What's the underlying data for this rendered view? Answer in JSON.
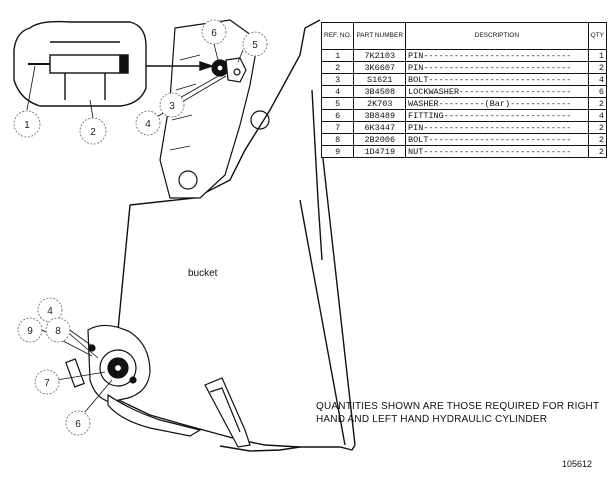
{
  "table": {
    "headers": {
      "ref": "REF. NO.",
      "part": "PART NUMBER",
      "desc": "DESCRIPTION",
      "qty": "QTY"
    },
    "rows": [
      {
        "ref": "1",
        "part": "7K2103",
        "desc": "PIN-----------------------------",
        "qty": "1"
      },
      {
        "ref": "2",
        "part": "3K6607",
        "desc": "PIN-----------------------------",
        "qty": "2"
      },
      {
        "ref": "3",
        "part": "S1621",
        "desc": "BOLT----------------------------",
        "qty": "4"
      },
      {
        "ref": "4",
        "part": "3B4508",
        "desc": "LOCKWASHER----------------------",
        "qty": "6"
      },
      {
        "ref": "5",
        "part": "2K703",
        "desc": "WASHER---------(Bar)------------",
        "qty": "2"
      },
      {
        "ref": "6",
        "part": "3B8489",
        "desc": "FITTING-------------------------",
        "qty": "4"
      },
      {
        "ref": "7",
        "part": "6K3447",
        "desc": "PIN-----------------------------",
        "qty": "2"
      },
      {
        "ref": "8",
        "part": "2B2006",
        "desc": "BOLT----------------------------",
        "qty": "2"
      },
      {
        "ref": "9",
        "part": "1D4719",
        "desc": "NUT-----------------------------",
        "qty": "2"
      }
    ]
  },
  "labels": {
    "bucket": "bucket",
    "note": "QUANTITIES SHOWN ARE THOSE REQUIRED FOR RIGHT HAND AND LEFT HAND HYDRAULIC CYLINDER",
    "figure_number": "105612"
  },
  "callouts": {
    "c1": "1",
    "c2": "2",
    "c3": "3",
    "c4a": "4",
    "c5": "5",
    "c6a": "6",
    "c4b": "4",
    "c9": "9",
    "c8": "8",
    "c7": "7",
    "c6b": "6"
  }
}
